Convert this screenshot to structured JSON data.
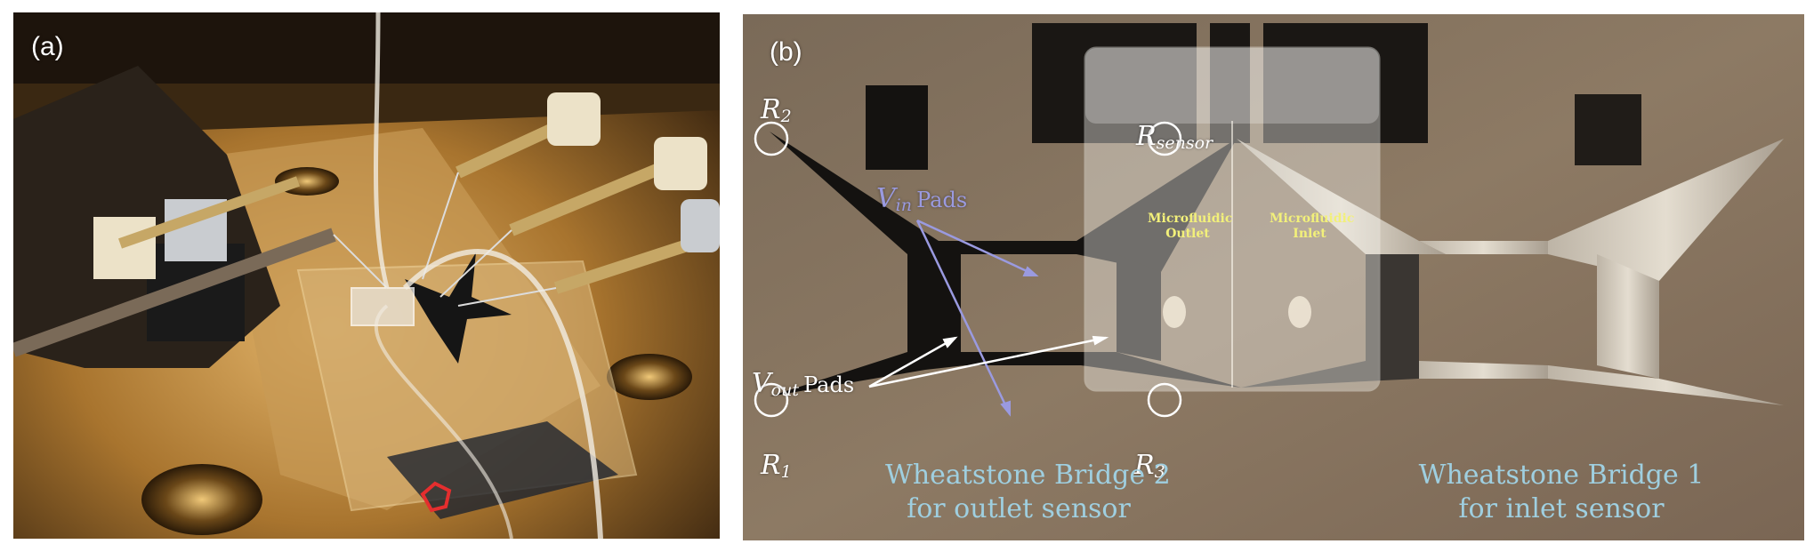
{
  "panels": {
    "a": {
      "label": "(a)"
    },
    "b": {
      "label": "(b)",
      "resistors": {
        "r2": {
          "symbol": "R",
          "subscript": "2"
        },
        "r1": {
          "symbol": "R",
          "subscript": "1"
        },
        "r3": {
          "symbol": "R",
          "subscript": "3"
        },
        "rsensor": {
          "symbol": "R",
          "subscript": "sensor"
        }
      },
      "vin_pads": {
        "symbol": "V",
        "subscript": "in",
        "word": "Pads"
      },
      "vout_pads": {
        "symbol": "V",
        "subscript": "out",
        "word": "Pads"
      },
      "microfluidic_outlet": {
        "line1": "Microfluidic",
        "line2": "Outlet"
      },
      "microfluidic_inlet": {
        "line1": "Microfluidic",
        "line2": "Inlet"
      },
      "bridge_2": {
        "line1": "Wheatstone Bridge 2",
        "line2": "for outlet sensor"
      },
      "bridge_1": {
        "line1": "Wheatstone Bridge 1",
        "line2": "for inlet sensor"
      }
    }
  },
  "colors": {
    "bridge_label": "#9fcfe0",
    "micro_label": "#f2f07a",
    "vin_arrow": "#9a9ae0",
    "vout_arrow": "#ffffff",
    "circle_marker": "#ffffff"
  }
}
